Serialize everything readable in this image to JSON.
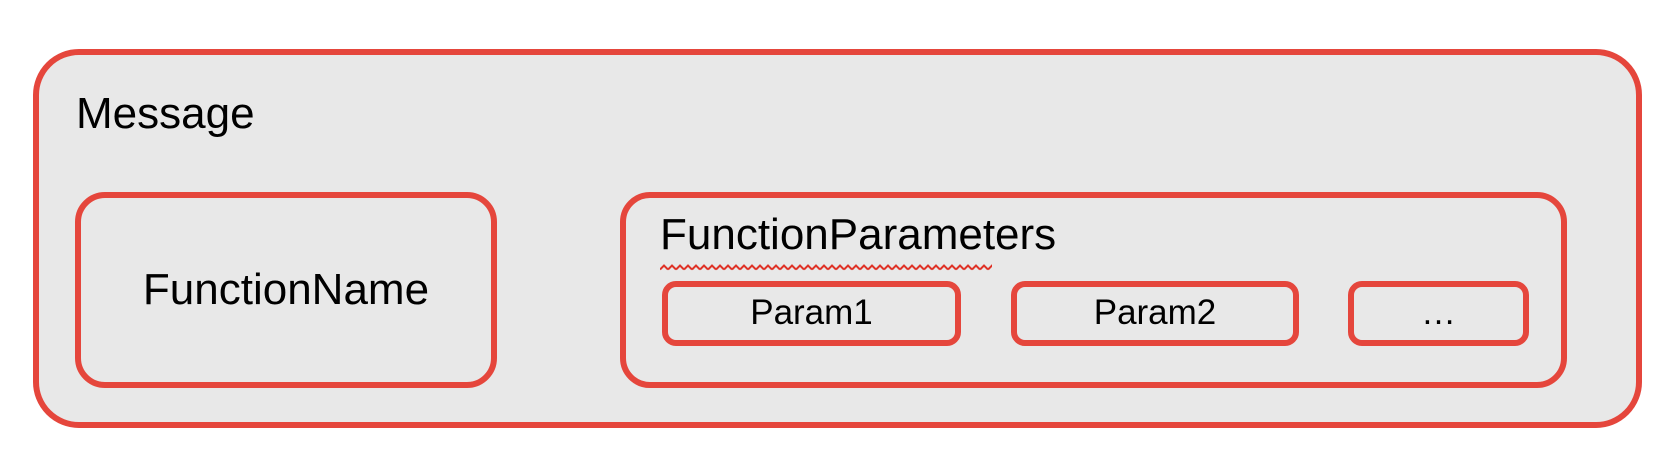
{
  "colors": {
    "page_bg": "#FFFFFF",
    "box_fill": "#E8E8E8",
    "border_red": "#E5463C",
    "squiggle_red": "#DF3226",
    "text": "#000000"
  },
  "message": {
    "label": "Message",
    "function_name": {
      "label": "FunctionName"
    },
    "function_parameters": {
      "label": "FunctionParameters",
      "params": [
        {
          "label": "Param1"
        },
        {
          "label": "Param2"
        },
        {
          "label": "…"
        }
      ]
    }
  }
}
